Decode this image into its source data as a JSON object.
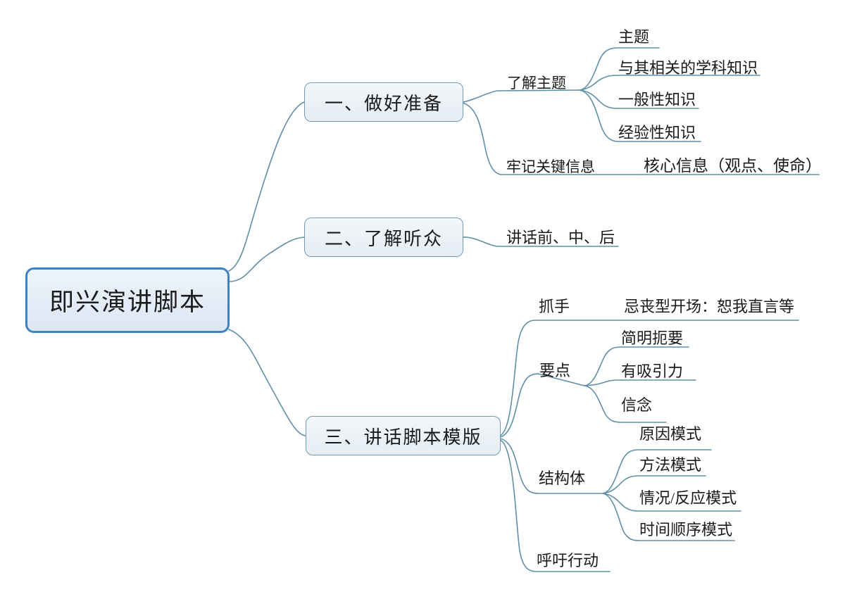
{
  "diagram": {
    "type": "mind-map",
    "title": "即兴演讲脚本",
    "colors": {
      "root_border": "#3f82c4",
      "root_fill": "#e7eff8",
      "branch_border": "#6f9ab3",
      "branch_fill": "#edf2f7",
      "connector": "#5f8fa6",
      "text": "#1a1a1a",
      "background": "#ffffff"
    }
  },
  "root": {
    "label": "即兴演讲脚本"
  },
  "branches": [
    {
      "id": "branch-1",
      "label": "一、做好准备",
      "children": [
        {
          "id": "leaf-liaojiezhuti",
          "label": "了解主题",
          "children": [
            {
              "id": "leaf-zhuti",
              "label": "主题"
            },
            {
              "id": "leaf-xuekezhishi",
              "label": "与其相关的学科知识"
            },
            {
              "id": "leaf-yibanxing",
              "label": "一般性知识"
            },
            {
              "id": "leaf-jingyanxing",
              "label": "经验性知识"
            }
          ]
        },
        {
          "id": "leaf-laojiguanjian",
          "label": "牢记关键信息",
          "children": [
            {
              "id": "leaf-hexinxinxi",
              "label": "核心信息（观点、使命）"
            }
          ]
        }
      ]
    },
    {
      "id": "branch-2",
      "label": "二、了解听众",
      "children": [
        {
          "id": "leaf-jianghuaqianzhonghou",
          "label": "讲话前、中、后",
          "children": []
        }
      ]
    },
    {
      "id": "branch-3",
      "label": "三、讲话脚本模版",
      "children": [
        {
          "id": "leaf-zhuashou",
          "label": "抓手",
          "children": [
            {
              "id": "leaf-jisangxing",
              "label": "忌丧型开场：恕我直言等"
            }
          ]
        },
        {
          "id": "leaf-yaodian",
          "label": "要点",
          "children": [
            {
              "id": "leaf-jianmingeyao",
              "label": "简明扼要"
            },
            {
              "id": "leaf-youxiyinli",
              "label": "有吸引力"
            },
            {
              "id": "leaf-xinnian",
              "label": "信念"
            }
          ]
        },
        {
          "id": "leaf-jiegouti",
          "label": "结构体",
          "children": [
            {
              "id": "leaf-yuanyinmoshi",
              "label": "原因模式"
            },
            {
              "id": "leaf-fangfamoshi",
              "label": "方法模式"
            },
            {
              "id": "leaf-qingkuangfanying",
              "label": "情况/反应模式"
            },
            {
              "id": "leaf-shijianshunxu",
              "label": "时间顺序模式"
            }
          ]
        },
        {
          "id": "leaf-huyuxingdong",
          "label": "呼吁行动",
          "children": []
        }
      ]
    }
  ]
}
